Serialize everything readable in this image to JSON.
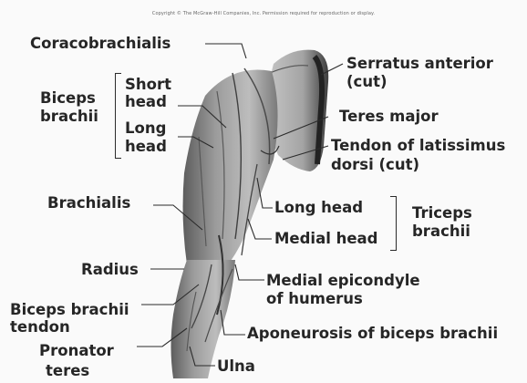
{
  "copyright": "Copyright © The McGraw-Hill Companies, Inc. Permission required for reproduction or display.",
  "labels": {
    "coracobrachialis": "Coracobrachialis",
    "serratus_anterior": "Serratus anterior",
    "serratus_anterior_cut": "(cut)",
    "biceps_brachii_l1": "Biceps",
    "biceps_brachii_l2": "brachii",
    "short_head_l1": "Short",
    "short_head_l2": "head",
    "long_head_l1": "Long",
    "long_head_l2": "head",
    "teres_major": "Teres major",
    "tendon_latissimus_l1": "Tendon of latissimus",
    "tendon_latissimus_l2": "dorsi (cut)",
    "brachialis": "Brachialis",
    "triceps_long_head": "Long head",
    "triceps_medial_head": "Medial head",
    "triceps_brachii_l1": "Triceps",
    "triceps_brachii_l2": "brachii",
    "radius": "Radius",
    "medial_epicondyle_l1": "Medial epicondyle",
    "medial_epicondyle_l2": "of humerus",
    "biceps_tendon_l1": "Biceps brachii",
    "biceps_tendon_l2": "tendon",
    "aponeurosis": "Aponeurosis of biceps brachii",
    "pronator_teres_l1": "Pronator",
    "pronator_teres_l2": "teres",
    "ulna": "Ulna"
  }
}
